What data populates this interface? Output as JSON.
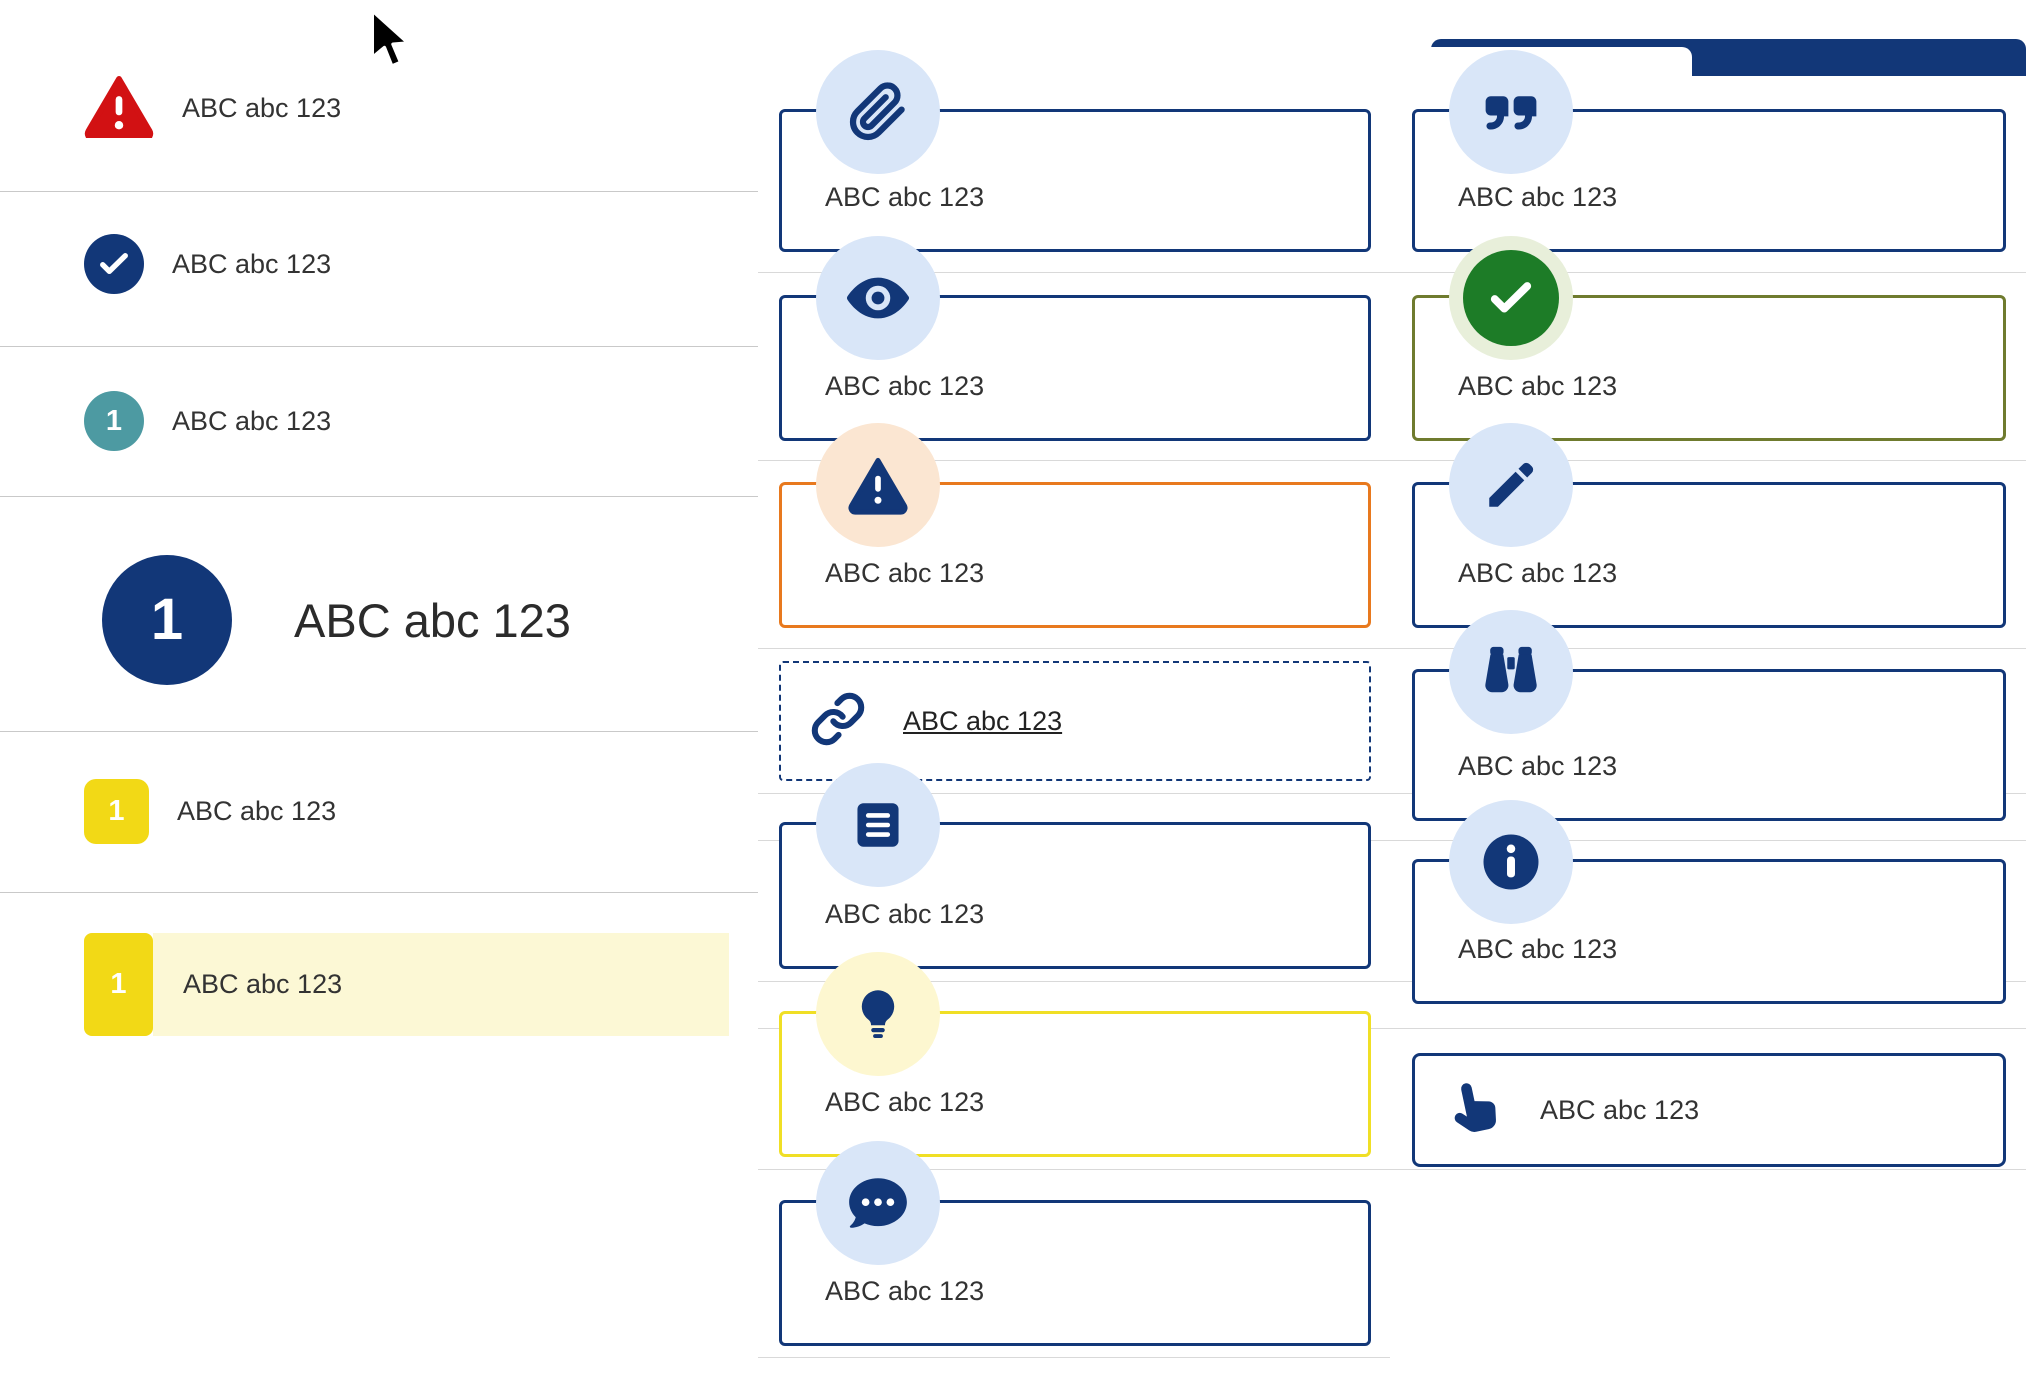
{
  "colors": {
    "navy": "#123778",
    "light_blue_circle": "#d9e6f8",
    "red": "#d21113",
    "teal": "#4d9aa2",
    "yellow": "#f2d916",
    "yellow_highlight": "#fcf8d5",
    "orange_border": "#e8791e",
    "olive_border": "#6f7b2e",
    "green": "#1d7c27",
    "pale_green_circle": "#e8efda",
    "pale_peach_circle": "#fbe6d2",
    "pale_yellow_circle": "#fdf7d0",
    "yellow_card_border": "#f0df25"
  },
  "left_list": {
    "items": [
      {
        "id": "alert",
        "label": "ABC abc 123"
      },
      {
        "id": "check",
        "label": "ABC abc 123"
      },
      {
        "id": "step-teal",
        "badge": "1",
        "label": "ABC abc 123"
      },
      {
        "id": "step-large",
        "badge": "1",
        "label": "ABC abc 123"
      },
      {
        "id": "step-yellow",
        "badge": "1",
        "label": "ABC abc 123"
      },
      {
        "id": "step-yellow-highlighted",
        "badge": "1",
        "label": "ABC abc 123"
      }
    ]
  },
  "middle_cards": [
    {
      "icon": "paperclip-icon",
      "label": "ABC abc 123"
    },
    {
      "icon": "eye-icon",
      "label": "ABC abc 123"
    },
    {
      "icon": "warning-triangle-icon",
      "label": "ABC abc 123"
    },
    {
      "icon": "link-icon",
      "label": "ABC abc 123"
    },
    {
      "icon": "book-icon",
      "label": "ABC abc 123"
    },
    {
      "icon": "lightbulb-icon",
      "label": "ABC abc 123"
    },
    {
      "icon": "chat-icon",
      "label": "ABC abc 123"
    }
  ],
  "right_cards": [
    {
      "icon": "quote-icon",
      "label": "ABC abc 123"
    },
    {
      "icon": "check-circle-icon",
      "label": "ABC abc 123"
    },
    {
      "icon": "pencil-icon",
      "label": "ABC abc 123"
    },
    {
      "icon": "binoculars-icon",
      "label": "ABC abc 123"
    },
    {
      "icon": "info-icon",
      "label": "ABC abc 123"
    },
    {
      "icon": "hand-pointer-icon",
      "label": "ABC abc 123"
    }
  ]
}
